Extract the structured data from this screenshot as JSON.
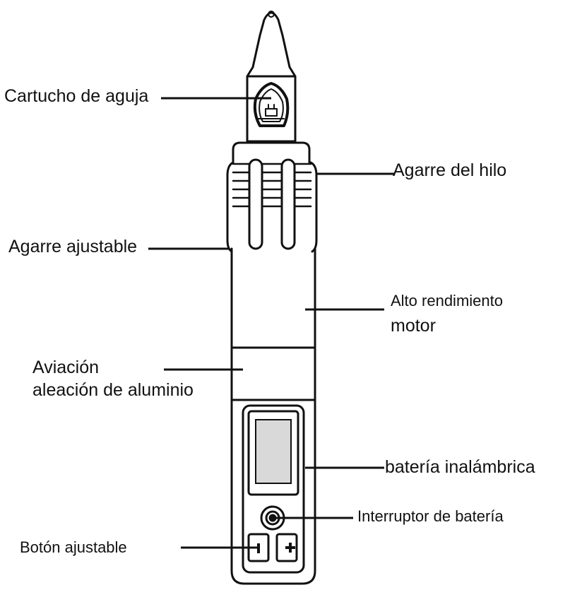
{
  "labels": {
    "needle_cartridge": "Cartucho de aguja",
    "thread_grip": "Agarre del hilo",
    "adjustable_grip": "Agarre ajustable",
    "motor_line1": "Alto rendimiento",
    "motor_line2": "motor",
    "aluminum_line1": "Aviación",
    "aluminum_line2": "aleación de aluminio",
    "wireless_battery": "batería inalámbrica",
    "battery_switch": "Interruptor de batería",
    "adjust_button": "Botón ajustable"
  },
  "colors": {
    "line": "#111111",
    "screen": "#d9d9d9",
    "background": "#ffffff"
  }
}
